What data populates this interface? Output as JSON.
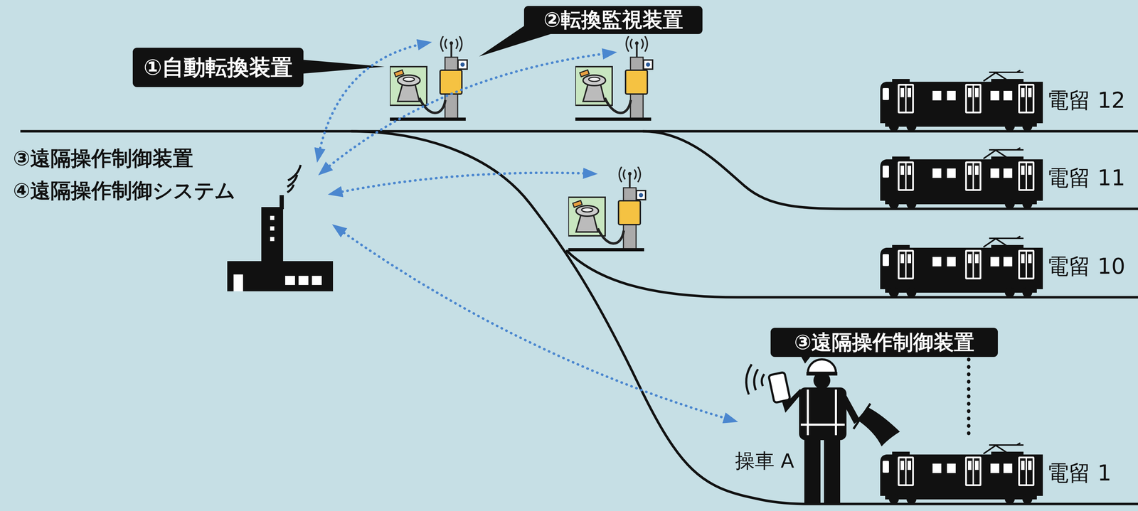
{
  "diagram": {
    "nodes": [
      {
        "text": [
          "②転換監視装置"
        ]
      },
      {
        "text": [
          "①自動転換装置"
        ]
      },
      {
        "text": [
          "電留 12"
        ]
      },
      {
        "text": [
          "③遠隔操作制御装置",
          "④遠隔操作制御システム"
        ]
      },
      {
        "text": [
          "電留 11"
        ]
      },
      {
        "text": [
          "電留 10"
        ]
      },
      {
        "text": [
          "③遠隔操作制御装置"
        ]
      },
      {
        "text": [
          "操車 A"
        ]
      },
      {
        "text": [
          "電留 1"
        ]
      }
    ],
    "edges": [
      {
        "from": 3,
        "to": 7,
        "arrow": "both"
      }
    ]
  }
}
